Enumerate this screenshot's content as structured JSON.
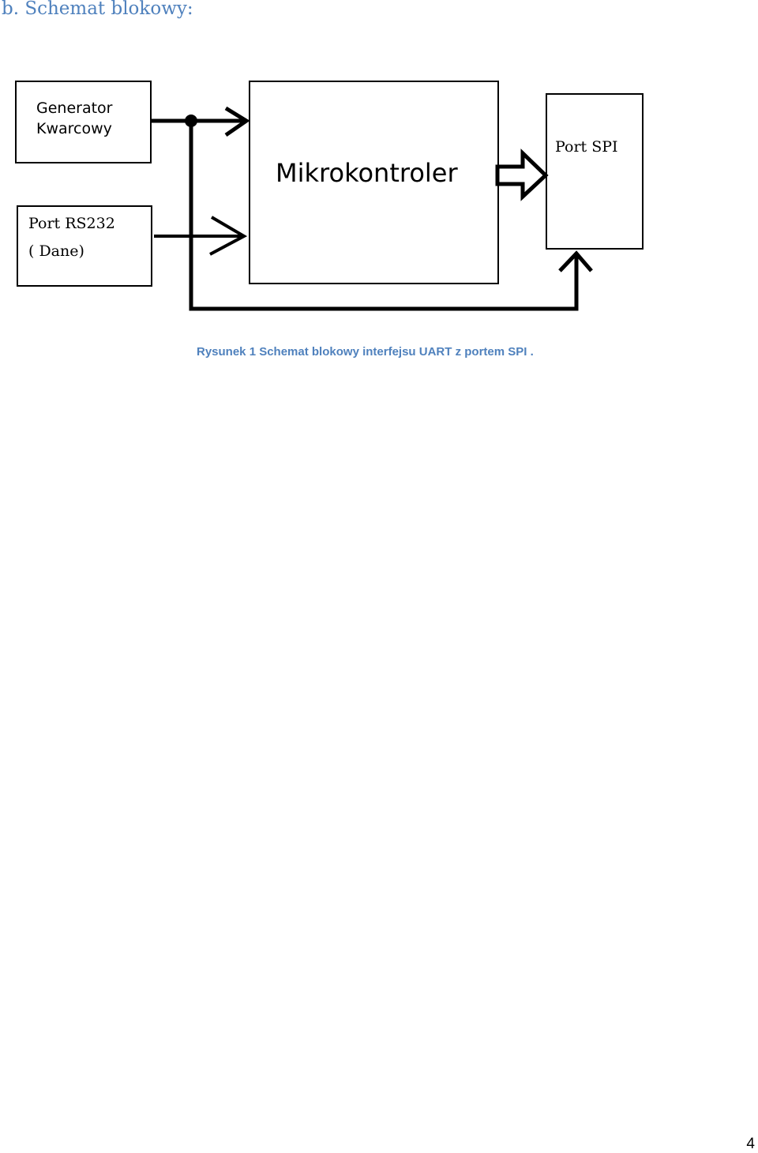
{
  "document": {
    "heading": "b. Schemat blokowy:",
    "caption": "Rysunek 1 Schemat blokowy interfejsu UART z portem SPI .",
    "page_number": "4"
  },
  "diagram": {
    "blocks": {
      "generator_line1": "Generator",
      "generator_line2": "Kwarcowy",
      "rs232_line1": "Port RS232",
      "rs232_line2": "( Dane)",
      "mcu": "Mikrokontroler",
      "spi": "Port SPI"
    }
  },
  "colors": {
    "heading": "#4f81bd",
    "caption": "#4f81bd",
    "lines": "#000000"
  }
}
